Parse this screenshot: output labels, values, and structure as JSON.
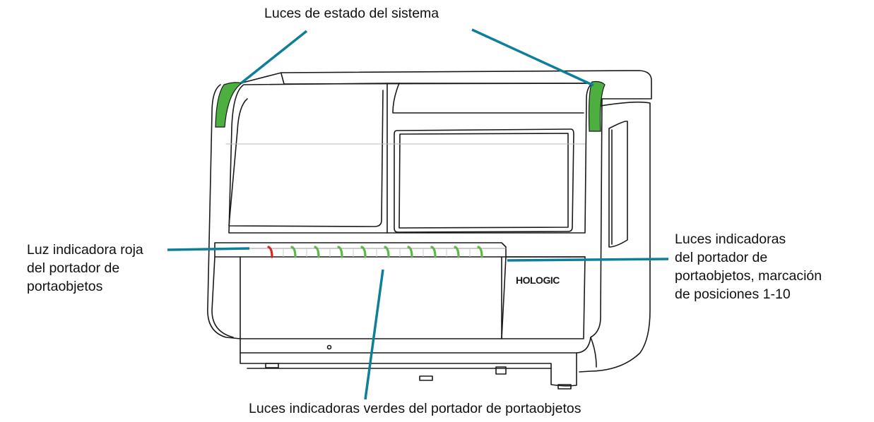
{
  "labels": {
    "system_status_lights": "Luces de estado del sistema",
    "red_indicator": [
      "Luz indicadora roja",
      "del portador de",
      "portaobjetos"
    ],
    "indicator_lights_positions": [
      "Luces indicadoras",
      "del portador de",
      "portaobjetos, marcación",
      "de posiciones 1-10"
    ],
    "green_indicators": "Luces indicadoras verdes del portador de portaobjetos"
  },
  "device": {
    "brand_logo": "HOLOGIC",
    "slot_count": 10,
    "red_slot_position": 1
  },
  "colors": {
    "leader_line": "#0e7f9b",
    "status_light_green": "#4caf3f",
    "indicator_red": "#e0201f",
    "indicator_green": "#5cb848",
    "outline": "#1a1a1a"
  }
}
